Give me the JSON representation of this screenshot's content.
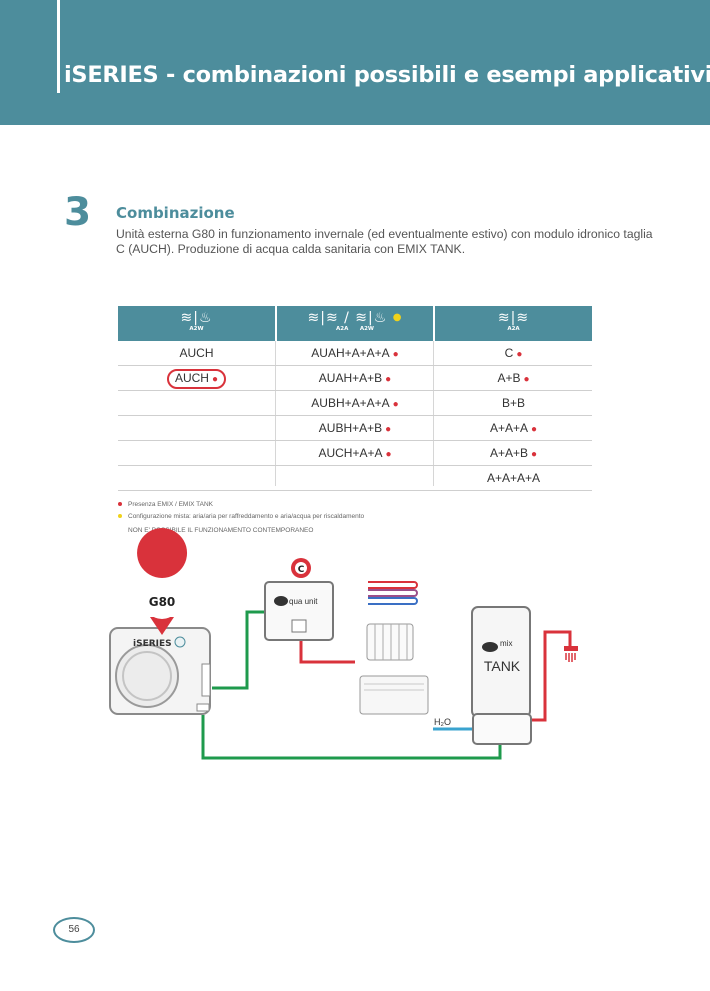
{
  "header": {
    "title": "iSERIES - combinazioni possibili e esempi applicativi"
  },
  "section": {
    "number": "3",
    "title": "Combinazione",
    "description": "Unità esterna G80 in funzionamento invernale (ed eventualmente estivo) con modulo idronico taglia C (AUCH). Produzione di acqua calda sanitaria con EMIX TANK."
  },
  "table": {
    "headers": [
      {
        "icon": "≋|♨",
        "sub": "A2W"
      },
      {
        "icon": "≋|≋ / ≋|♨",
        "sub": "A2A      A2W"
      },
      {
        "icon": "≋|≋",
        "sub": "A2A"
      }
    ],
    "rows": [
      [
        "AUCH",
        "AUAH+A+A+A",
        "C"
      ],
      [
        "AUCH",
        "AUAH+A+B",
        "A+B"
      ],
      [
        "",
        "AUBH+A+A+A",
        "B+B"
      ],
      [
        "",
        "AUBH+A+B",
        "A+A+A"
      ],
      [
        "",
        "AUCH+A+A",
        "A+A+B"
      ],
      [
        "",
        "",
        "A+A+A+A"
      ]
    ]
  },
  "legend": {
    "red": "Presenza EMIX / EMIX TANK",
    "yellow": "Configurazione mista: aria/aria per raffreddamento e aria/acqua per riscaldamento",
    "note": "NON E' POSSIBILE IL FUNZIONAMENTO CONTEMPORANEO"
  },
  "diagram": {
    "g80_label": "G80",
    "brand_label": "iSERIES",
    "module_badge": "C",
    "aqua_label": "qua unit",
    "tank_label": "TANK",
    "emix_label": "mix",
    "water_label": "H₂O"
  },
  "colors": {
    "accent": "#4d8d9c",
    "red": "#d9323b",
    "yellow": "#f0d21a",
    "green": "#1e9a4c"
  },
  "page": {
    "number": "56"
  }
}
